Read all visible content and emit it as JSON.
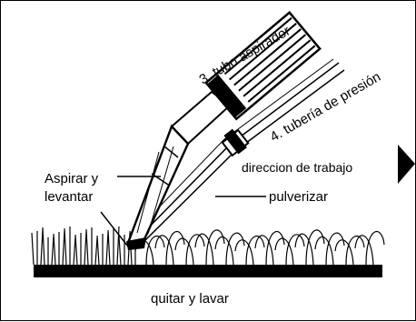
{
  "labels": {
    "tubo_aspirador": "3. tubo aspirador",
    "tuberia_presion": "4. tubería de presión",
    "direccion_trabajo": "direccion de trabajo",
    "aspirar_line1": "Aspirar y",
    "aspirar_line2": "levantar",
    "pulverizar": "pulverizar",
    "quitar_lavar": "quitar y lavar"
  },
  "colors": {
    "ink": "#000000",
    "background": "#ffffff"
  }
}
